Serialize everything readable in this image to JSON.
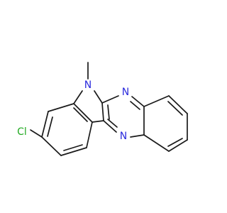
{
  "molecule": {
    "colors": {
      "bond": "#1a1a1a",
      "nitrogen": "#2b2bdd",
      "chlorine": "#22aa22"
    },
    "atoms": {
      "n_methyl": {
        "symbol": "N"
      },
      "n_pyrazine_top": {
        "symbol": "N"
      },
      "n_pyrazine_bottom": {
        "symbol": "N"
      },
      "cl": {
        "symbol": "Cl"
      }
    }
  }
}
